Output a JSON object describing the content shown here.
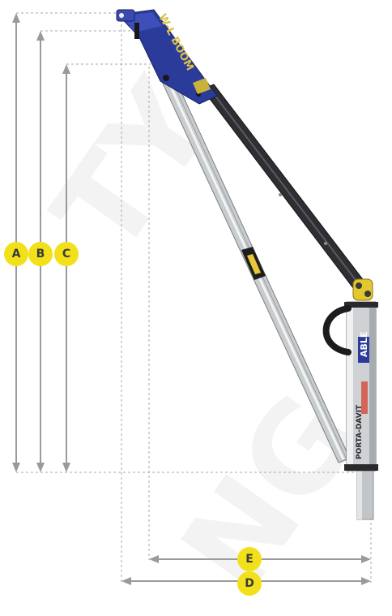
{
  "dimensions": [
    {
      "label": "A"
    },
    {
      "label": "B"
    },
    {
      "label": "C"
    },
    {
      "label": "E"
    },
    {
      "label": "D"
    }
  ],
  "boom": {
    "brand_text": "W-L BOOM",
    "mast_brand": "ABLE",
    "mast_text": "PORTA-DAVIT"
  },
  "colors": {
    "boom_blue": "#2b3b9a",
    "badge_yellow": "#f2e11a",
    "dimension_gray": "#9a9a9a",
    "mast_silver": "#c9c9c9"
  }
}
